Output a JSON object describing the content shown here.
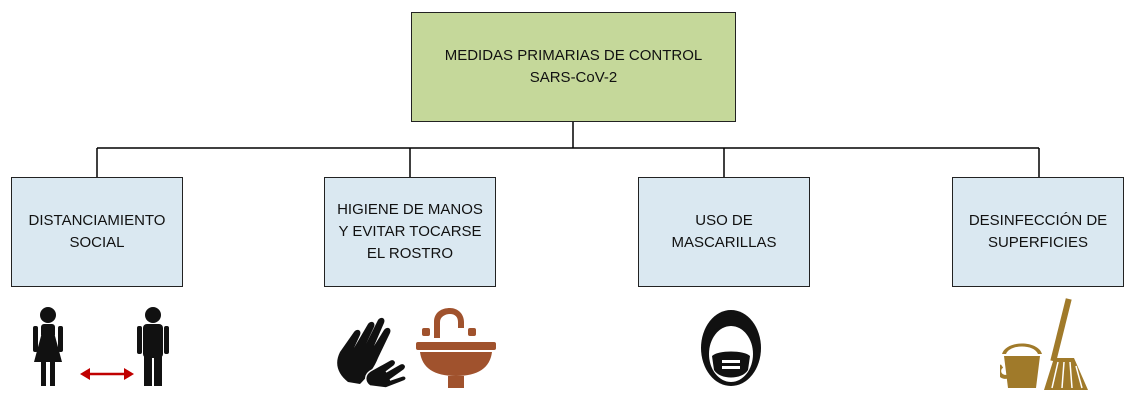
{
  "root": {
    "label": "MEDIDAS PRIMARIAS DE CONTROL\nSARS-CoV-2",
    "fill": "#c5d89a"
  },
  "children": [
    {
      "label": "DISTANCIAMIENTO\nSOCIAL",
      "icon": "social-distancing-icon"
    },
    {
      "label": "HIGIENE DE MANOS\nY EVITAR TOCARSE\nEL ROSTRO",
      "icon": "hand-washing-icon"
    },
    {
      "label": "USO DE\nMASCARILLAS",
      "icon": "face-mask-icon"
    },
    {
      "label": "DESINFECCIÓN DE\nSUPERFICIES",
      "icon": "cleaning-bucket-icon"
    }
  ],
  "colors": {
    "child_fill": "#dae8f1",
    "icon_brown": "#a0522d",
    "arrow_red": "#c00000",
    "line": "#000000"
  }
}
